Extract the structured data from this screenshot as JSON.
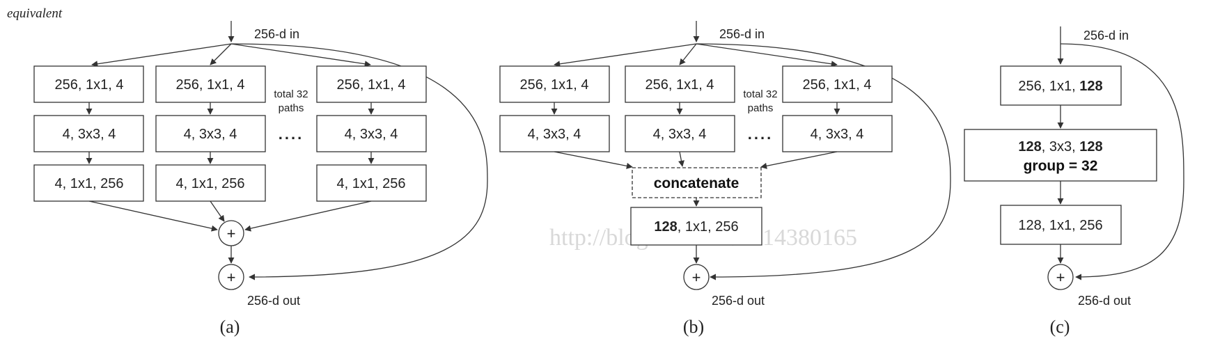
{
  "corner_label": "equivalent",
  "watermark": "http://blog.csdn.net/u014380165",
  "panel_a": {
    "caption": "(a)",
    "input": "256-d in",
    "output": "256-d out",
    "paths_note_line1": "total 32",
    "paths_note_line2": "paths",
    "ellipsis": "....",
    "plus": "+",
    "layer1": "256, 1x1, 4",
    "layer2": "4, 3x3, 4",
    "layer3": "4, 1x1, 256"
  },
  "panel_b": {
    "caption": "(b)",
    "input": "256-d in",
    "output": "256-d out",
    "paths_note_line1": "total 32",
    "paths_note_line2": "paths",
    "ellipsis": "....",
    "plus": "+",
    "layer1": "256, 1x1, 4",
    "layer2": "4, 3x3, 4",
    "concat": "concatenate",
    "final_bold": "128",
    "final_rest": ", 1x1, 256"
  },
  "panel_c": {
    "caption": "(c)",
    "input": "256-d in",
    "output": "256-d out",
    "plus": "+",
    "layer1_plain": "256, 1x1, ",
    "layer1_bold": "128",
    "layer2_bold_a": "128",
    "layer2_plain": ", 3x3, ",
    "layer2_bold_b": "128",
    "layer2_group": "group = 32",
    "layer3": "128, 1x1, 256"
  }
}
